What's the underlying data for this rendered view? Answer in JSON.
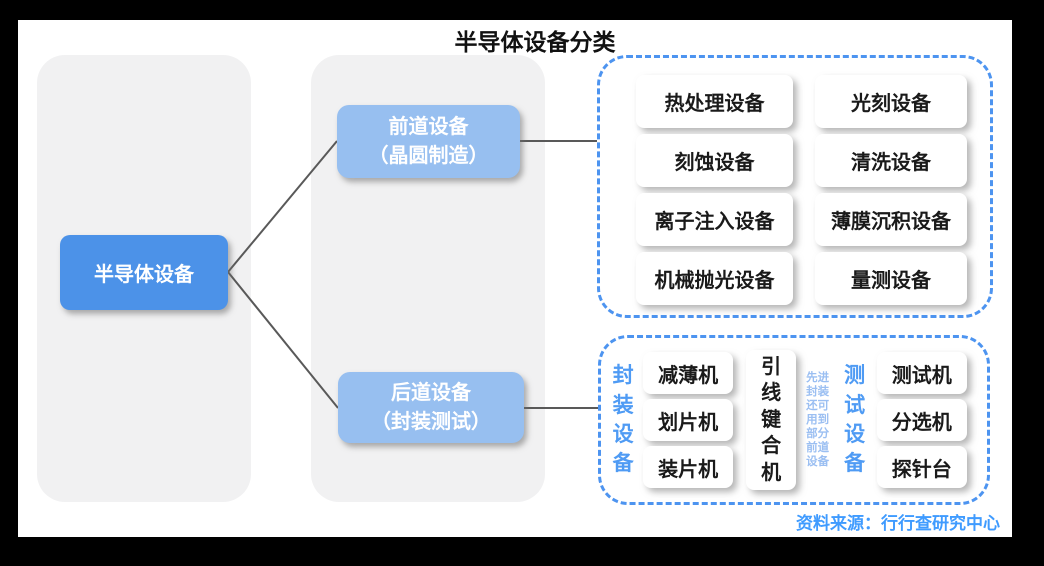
{
  "title": "半导体设备分类",
  "source": "资料来源：行行查研究中心",
  "root": {
    "label": "半导体设备"
  },
  "branches": {
    "front": {
      "line1": "前道设备",
      "line2": "（晶圆制造）"
    },
    "back": {
      "line1": "后道设备",
      "line2": "（封装测试）"
    }
  },
  "front_end_group": {
    "items": [
      "热处理设备",
      "光刻设备",
      "刻蚀设备",
      "清洗设备",
      "离子注入设备",
      "薄膜沉积设备",
      "机械抛光设备",
      "量测设备"
    ]
  },
  "back_end_group": {
    "packaging_label": "封装设备",
    "packaging_items": [
      "减薄机",
      "划片机",
      "装片机"
    ],
    "wire_bonder": "引线键合机",
    "note": "先进封装还可用到部分前道设备",
    "testing_label": "测试设备",
    "testing_items": [
      "测试机",
      "分选机",
      "探针台"
    ]
  },
  "colors": {
    "root_box": "#4c92e8",
    "branch_box": "#97bff0",
    "dashed_border": "#4d94f0",
    "vertical_label": "#4f9bf4",
    "note_text": "#9bbff2",
    "source_text": "#3f9bff",
    "panel_bg": "#f1f1f2",
    "connector_line": "#595959"
  }
}
